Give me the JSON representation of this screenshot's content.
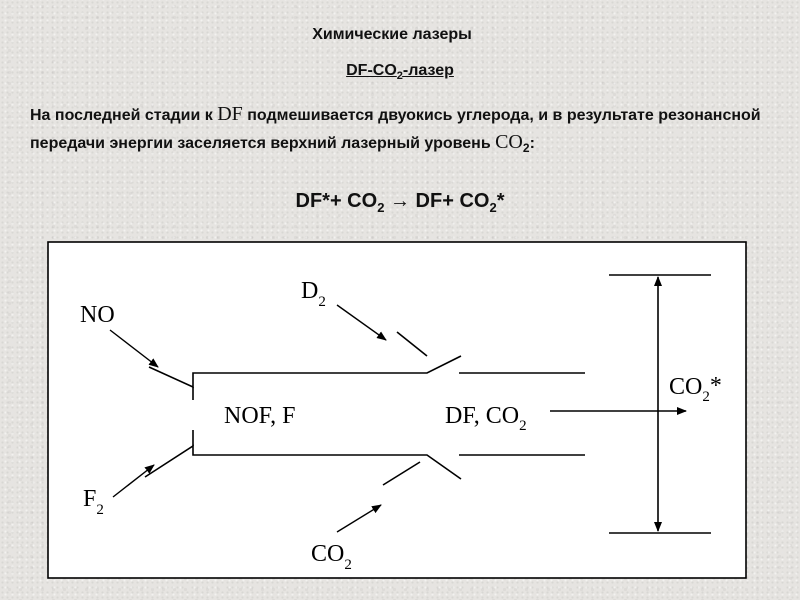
{
  "slide": {
    "title": "Химические лазеры",
    "subtitle": {
      "main": "DF-CO",
      "sub": "2",
      "suffix": "-лазер"
    },
    "paragraph": {
      "part1": "На последней стадии к ",
      "big1": "DF",
      "part2": " подмешивается двуокись углерода, и в результате резонансной передачи энергии заселяется верхний лазерный уровень ",
      "big2": "CO",
      "big2_sub": "2",
      "part3": ":"
    },
    "equation": {
      "left": "DF*+ CO",
      "left_sub": "2",
      "arrow": " → ",
      "right": "DF+ CO",
      "right_sub": "2",
      "right_suffix": "*"
    }
  },
  "diagram": {
    "labels": {
      "no": "NO",
      "f2": "F",
      "f2_sub": "2",
      "d2": "D",
      "d2_sub": "2",
      "co2_bottom": "CO",
      "co2_bottom_sub": "2",
      "nof_f": "NOF, F",
      "df_co2": "DF, CO",
      "df_co2_sub": "2",
      "co2_star": "CO",
      "co2_star_sub": "2",
      "co2_star_suffix": "*"
    }
  }
}
